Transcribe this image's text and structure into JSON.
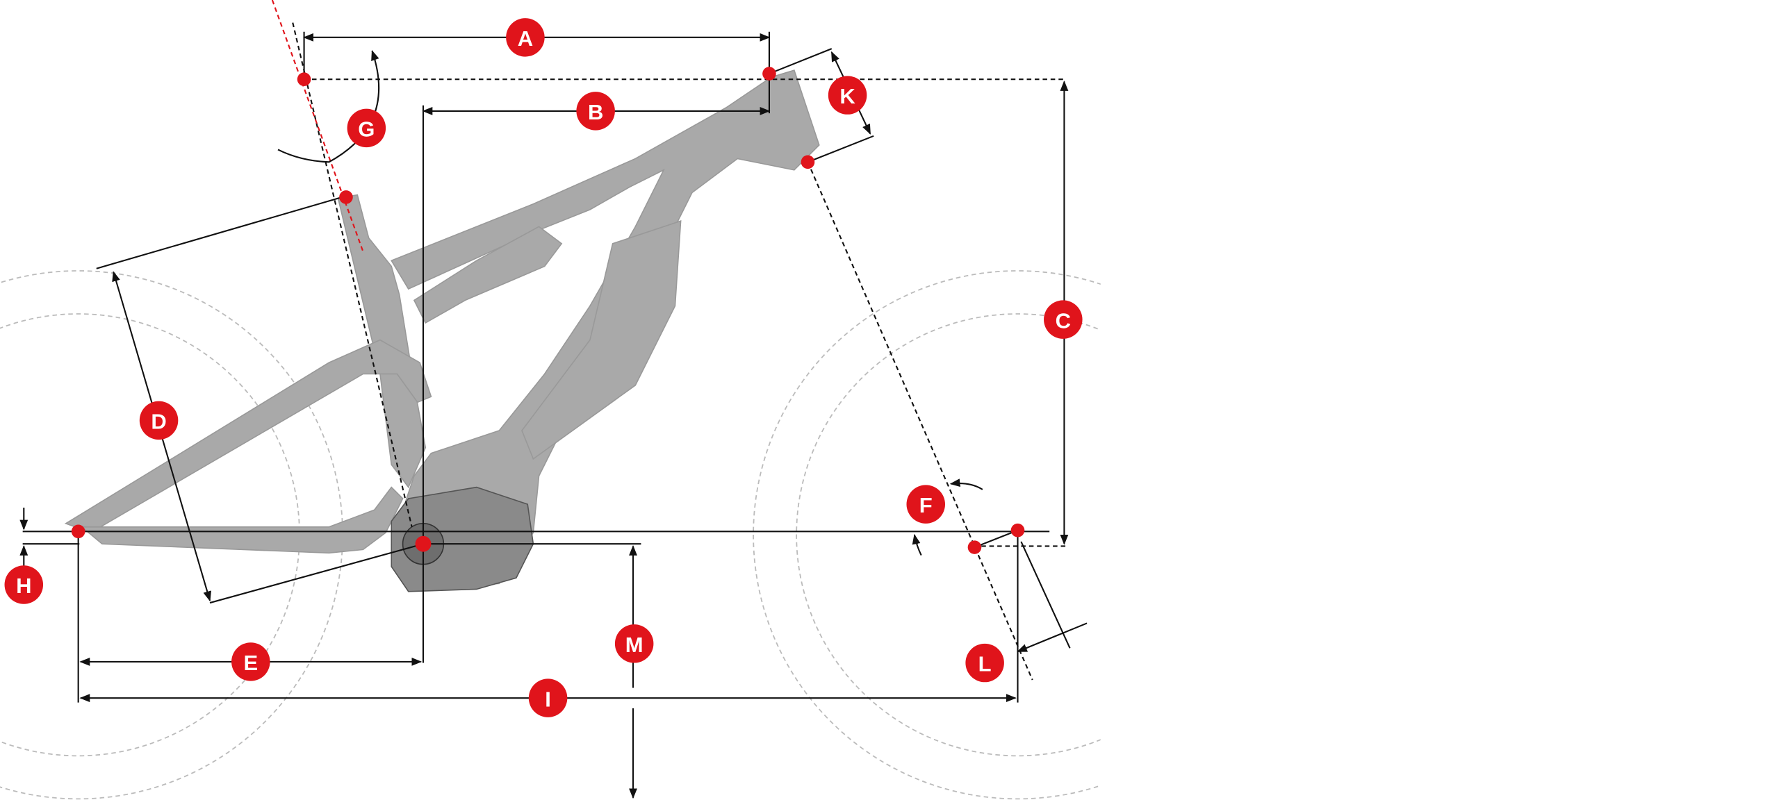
{
  "diagram": {
    "title": "Bike frame geometry",
    "labels": [
      "A",
      "B",
      "C",
      "D",
      "E",
      "F",
      "G",
      "H",
      "I",
      "K",
      "L",
      "M"
    ],
    "colors": {
      "accent": "#e0141b",
      "frame": "#a9a9a9",
      "lines": "#111111"
    }
  }
}
